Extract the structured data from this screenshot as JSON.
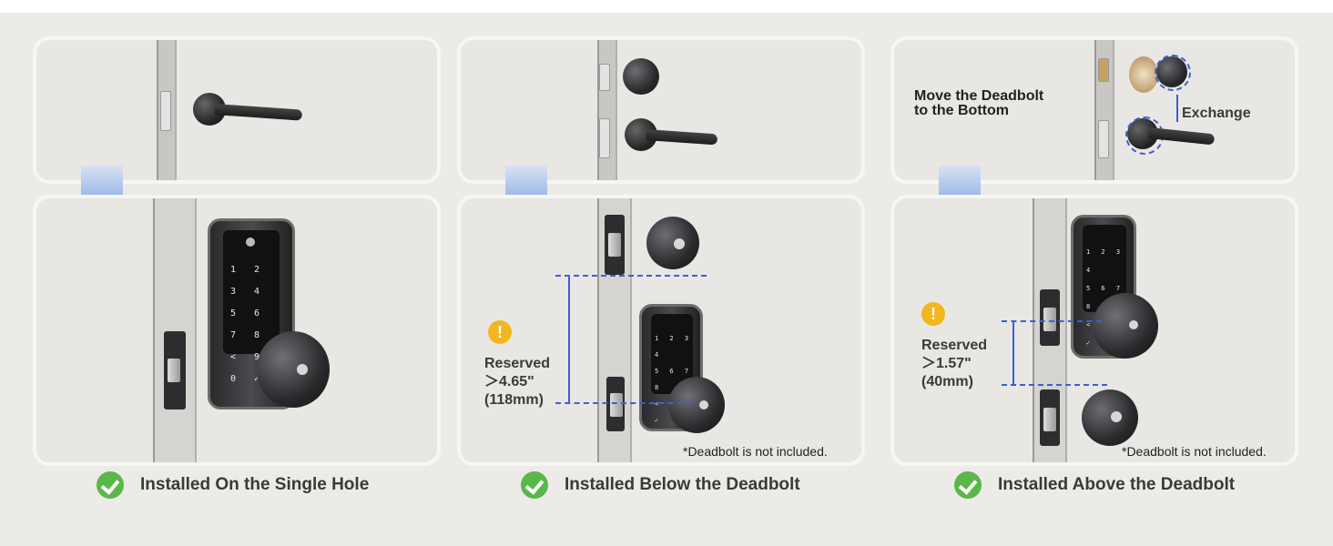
{
  "options": [
    {
      "caption": "Installed On the Single Hole",
      "keys": [
        "1 2 3 4",
        "5 6 7 8",
        "< 9 0 ✓"
      ]
    },
    {
      "caption": "Installed Below the Deadbolt",
      "reserved_lines": [
        "Reserved",
        "＞4.65\"",
        "(118mm)"
      ],
      "warning_icon": "!",
      "note": "*Deadbolt is not included.",
      "keys": [
        "1 2 3 4",
        "5 6 7 8",
        "< 9 0 ✓"
      ]
    },
    {
      "caption": "Installed Above the Deadbolt",
      "move_text_lines": [
        "Move the Deadbolt",
        "to the Bottom"
      ],
      "exchange_label": "Exchange",
      "reserved_lines": [
        "Reserved",
        "＞1.57\"",
        "(40mm)"
      ],
      "warning_icon": "!",
      "note": "*Deadbolt is not included.",
      "keys": [
        "1 2 3 4",
        "5 6 7 8",
        "< 9 0 ✓"
      ]
    }
  ],
  "colors": {
    "background": "#ecebe8",
    "check_green": "#5ab84a",
    "measure_blue": "#3c5fd6",
    "arrow_blue": "#5a8ce6",
    "warning_yellow": "#f2b61f"
  }
}
